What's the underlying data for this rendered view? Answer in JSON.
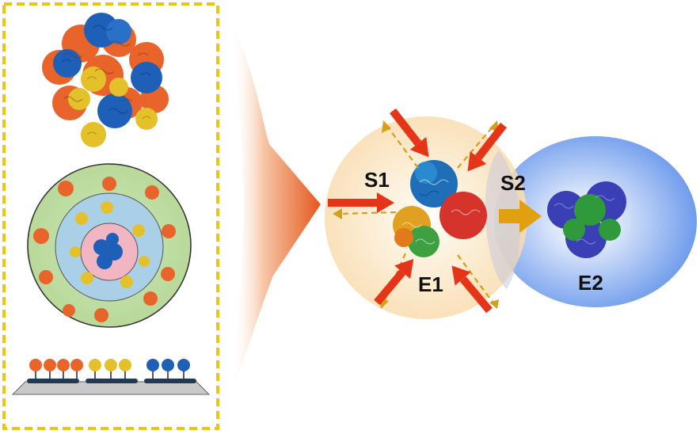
{
  "labels": {
    "s1": "S1",
    "s2": "S2",
    "e1": "E1",
    "e2": "E2"
  },
  "colors": {
    "frame_border": "#f2c20c",
    "enzyme_orange": "#e8642a",
    "enzyme_blue": "#1e5fb8",
    "enzyme_yellow": "#e4c02a",
    "zone_e1": "#fbe0b4",
    "zone_e2": "#7aa6ee",
    "arrow_red": "#e53418",
    "arrow_gold": "#e0a012",
    "transition_arrow": "#e8682a",
    "scaffold_bar": "#1f3a52",
    "e2_blue": "#3a3fb6",
    "e2_green": "#2e9a3c"
  },
  "icons": {
    "cluster": "enzyme-cluster-icon",
    "compartment": "compartment-disc-icon",
    "scaffold": "scaffold-array-icon",
    "transition": "large-arrow-icon",
    "substrate_in": "red-arrow-icon",
    "diffusion": "dashed-arrow-icon",
    "transfer": "gold-arrow-icon"
  }
}
